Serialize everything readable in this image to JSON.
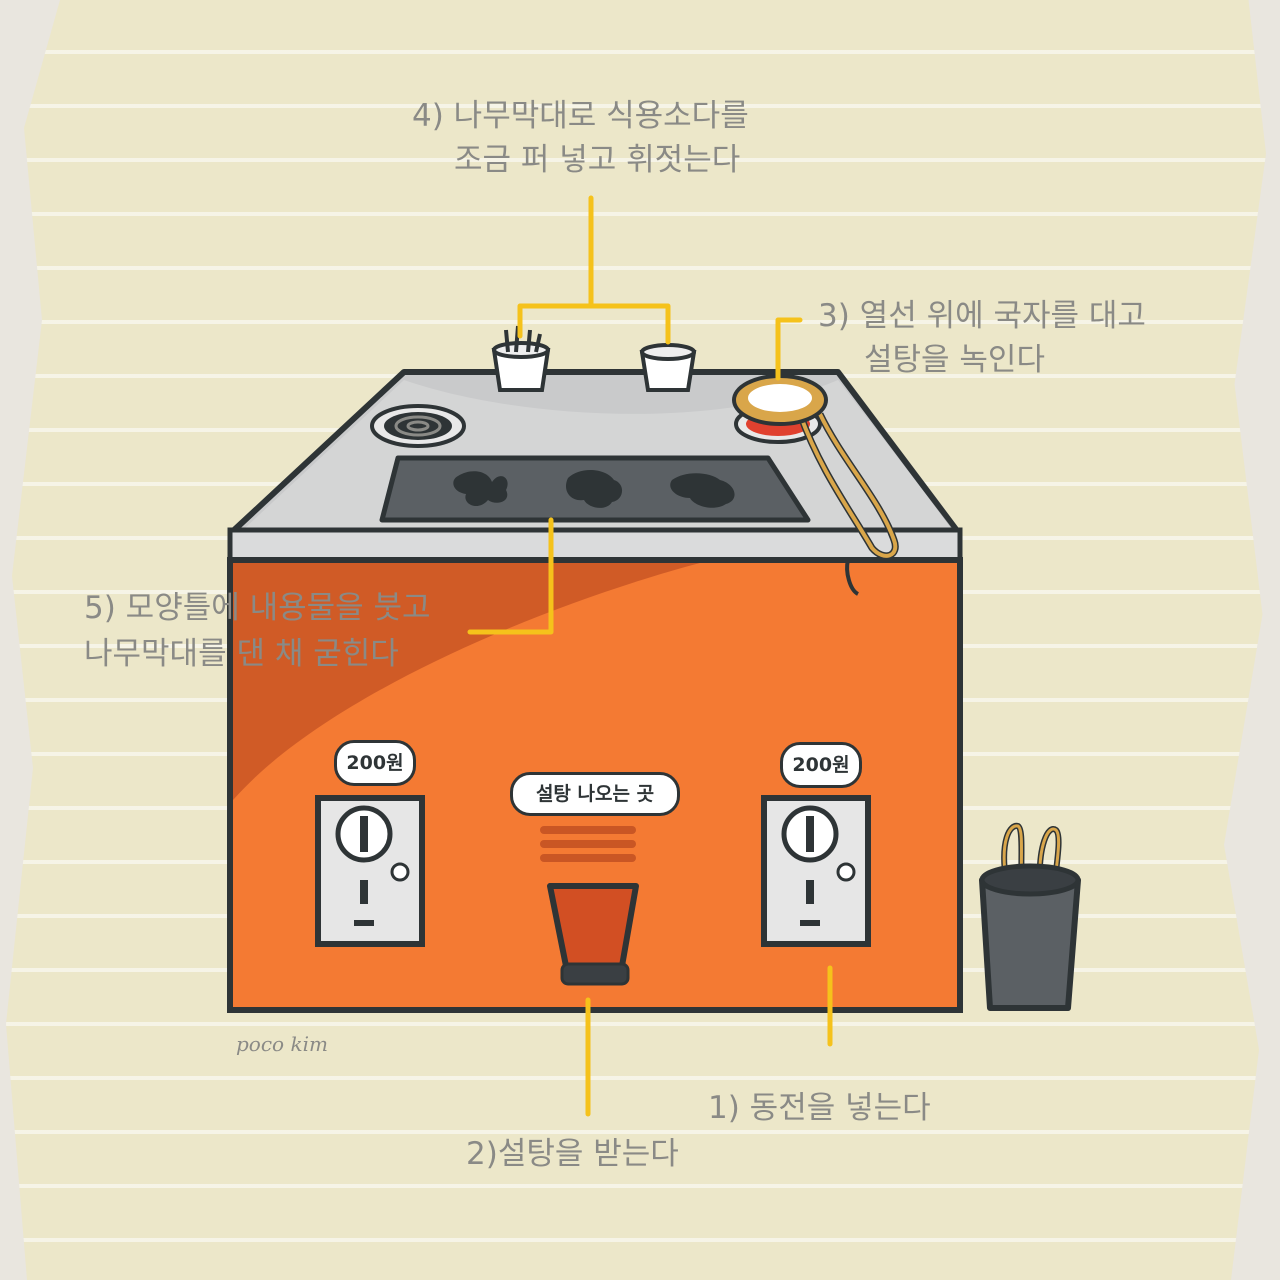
{
  "steps": {
    "step1": "1) 동전을 넣는다",
    "step2": "2)설탕을 받는다",
    "step3_line1": "3) 열선 위에 국자를 대고",
    "step3_line2": "설탕을 녹인다",
    "step4_line1": "4) 나무막대로 식용소다를",
    "step4_line2": "조금 퍼 넣고 휘젓는다",
    "step5_line1": "5) 모양틀에 내용물을 붓고",
    "step5_line2": "나무막대를 댄 채 굳힌다"
  },
  "machine": {
    "price_left": "200원",
    "price_right": "200원",
    "sugar_outlet": "설탕 나오는 곳"
  },
  "signature": "poco kim",
  "colors": {
    "machine_body": "#f47a33",
    "machine_top": "#c9cacb",
    "outline": "#2e3436",
    "leader_line": "#f5c21b",
    "label_text": "#8a8a86",
    "paper": "#ece7c9"
  }
}
